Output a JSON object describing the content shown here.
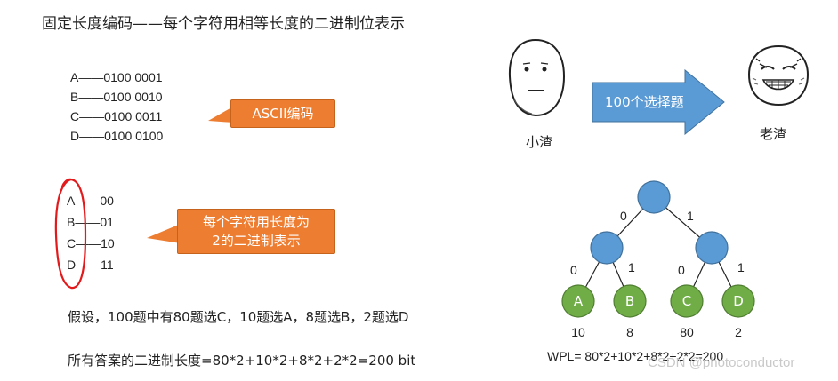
{
  "title": "固定长度编码——每个字符用相等长度的二进制位表示",
  "ascii_codes": [
    "A——0100 0001",
    "B——0100 0010",
    "C——0100 0011",
    "D——0100 0100"
  ],
  "ascii_callout": "ASCII编码",
  "fixed_codes": [
    {
      "letter": "A",
      "code": "——00"
    },
    {
      "letter": "B",
      "code": "——01"
    },
    {
      "letter": "C",
      "code": "——10"
    },
    {
      "letter": "D",
      "code": "——11"
    }
  ],
  "fixed_callout_line1": "每个字符用长度为",
  "fixed_callout_line2": "2的二进制表示",
  "assumption": "假设，100题中有80题选C，10题选A，8题选B，2题选D",
  "total_length": "所有答案的二进制长度=80*2+10*2+8*2+2*2=200 bit",
  "comic": {
    "left_label": "小渣",
    "arrow_label": "100个选择题",
    "right_label": "老渣"
  },
  "tree": {
    "edge_labels": {
      "root_left": "0",
      "root_right": "1",
      "l_left": "0",
      "l_right": "1",
      "r_left": "0",
      "r_right": "1"
    },
    "leaves": [
      {
        "letter": "A",
        "weight": "10"
      },
      {
        "letter": "B",
        "weight": "8"
      },
      {
        "letter": "C",
        "weight": "80"
      },
      {
        "letter": "D",
        "weight": "2"
      }
    ],
    "wpl": "WPL= 80*2+10*2+8*2+2*2=200"
  },
  "watermark": "CSDN @photoconductor",
  "colors": {
    "callout": "#ed7d31",
    "arrow": "#5b9bd5",
    "internal_node": "#5b9bd5",
    "leaf_node": "#70ad47",
    "circle_mark": "#e31a1c"
  }
}
